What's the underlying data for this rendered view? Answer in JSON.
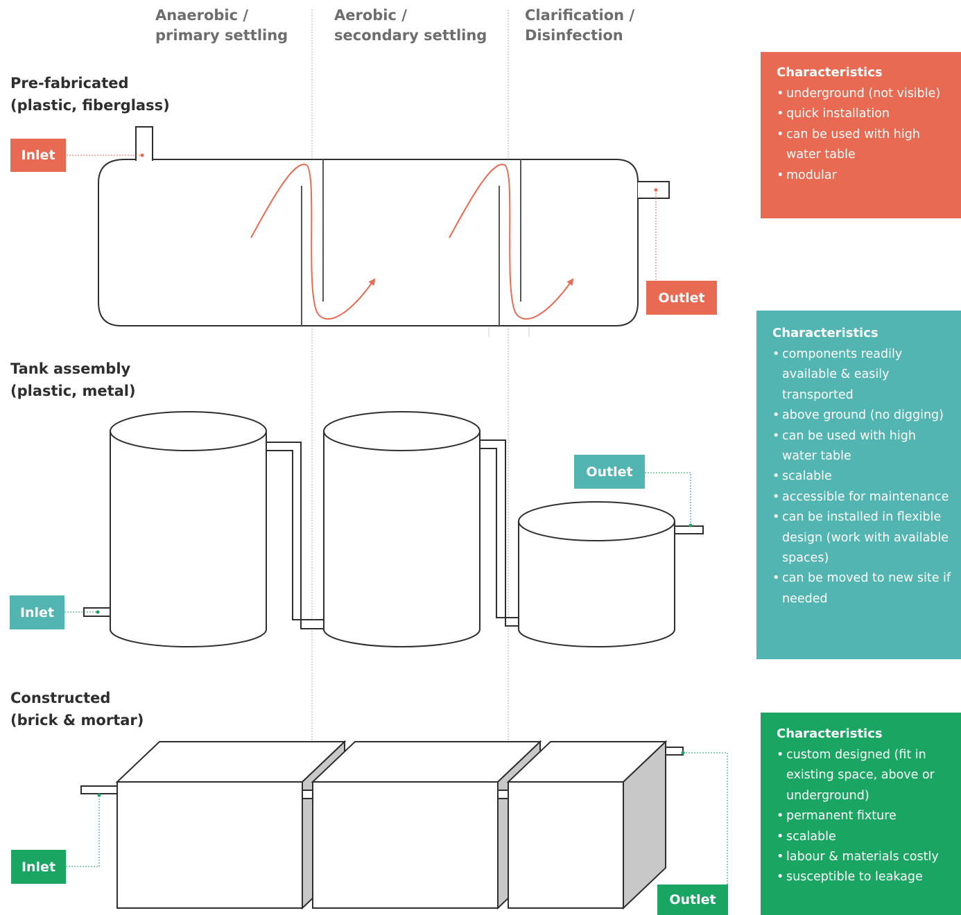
{
  "stages": [
    {
      "line1": "Anaerobic /",
      "line2": "primary settling"
    },
    {
      "line1": "Aerobic /",
      "line2": "secondary settling"
    },
    {
      "line1": "Clarification /",
      "line2": "Disinfection"
    }
  ],
  "sections": [
    {
      "title_line1": "Pre-fabricated",
      "title_line2": "(plastic, fiberglass)",
      "inlet_label": "Inlet",
      "outlet_label": "Outlet",
      "color": "#e96a52",
      "characteristics_title": "Characteristics",
      "characteristics": [
        "underground (not visible)",
        "quick installation",
        "can be used with high water table",
        "modular"
      ]
    },
    {
      "title_line1": "Tank assembly",
      "title_line2": "(plastic, metal)",
      "inlet_label": "Inlet",
      "outlet_label": "Outlet",
      "color": "#53b5b1",
      "characteristics_title": "Characteristics",
      "characteristics": [
        "components readily available & easily transported",
        "above ground (no digging)",
        "can be used with high water table",
        "scalable",
        "accessible for maintenance",
        "can be installed in flexible design (work with available spaces)",
        "can be moved to new site if needed"
      ]
    },
    {
      "title_line1": "Constructed",
      "title_line2": "(brick & mortar)",
      "inlet_label": "Inlet",
      "outlet_label": "Outlet",
      "color": "#1aa563",
      "characteristics_title": "Characteristics",
      "characteristics": [
        "custom designed (fit in existing space, above or underground)",
        "permanent fixture",
        "scalable",
        "labour & materials costly",
        "susceptible to leakage"
      ]
    }
  ]
}
